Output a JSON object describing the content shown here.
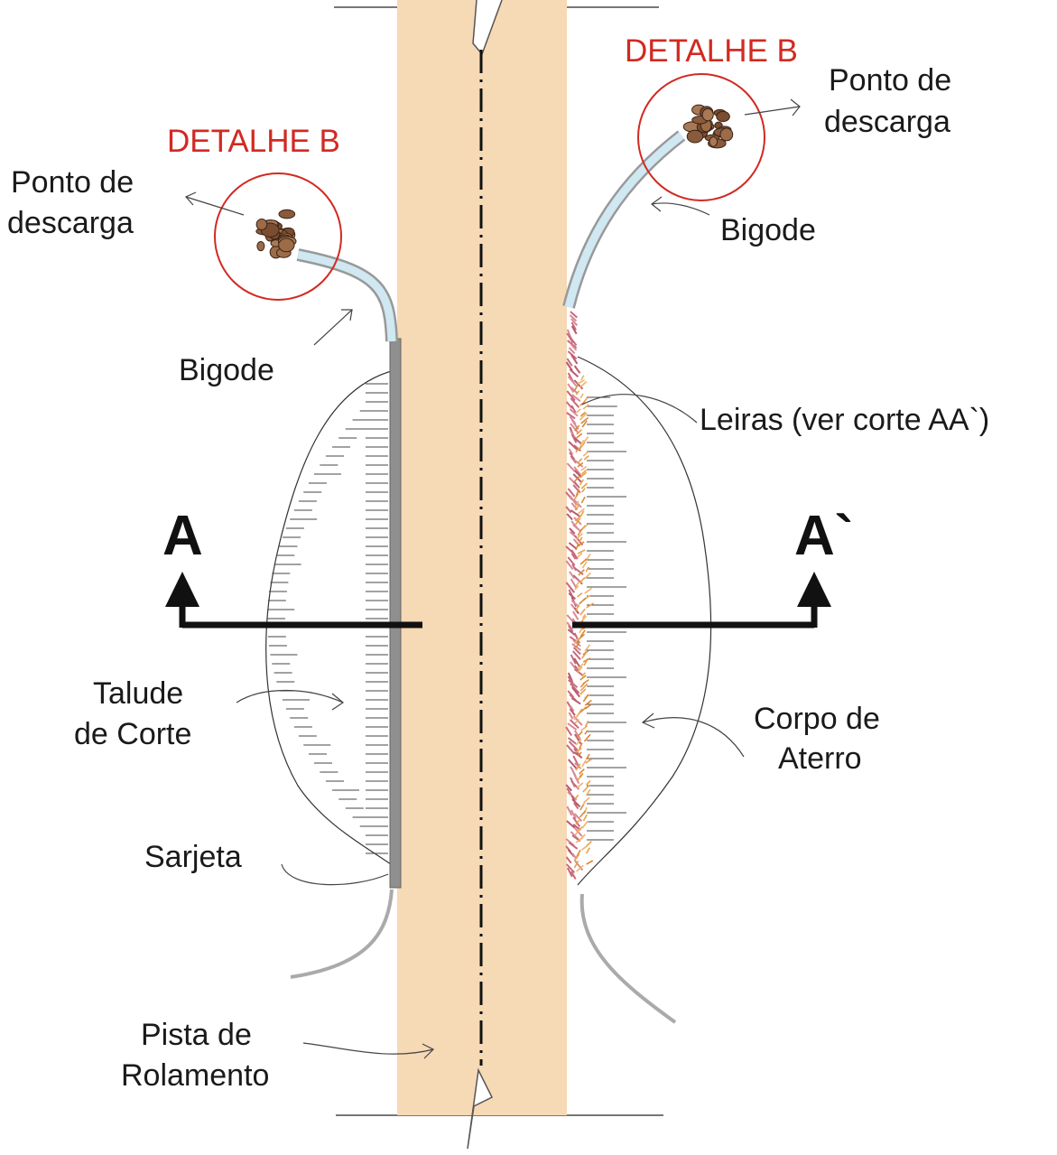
{
  "labels": {
    "detalhe_left": "DETALHE B",
    "detalhe_right": "DETALHE B",
    "ponto_left_1": "Ponto de",
    "ponto_left_2": "descarga",
    "ponto_right_1": "Ponto de",
    "ponto_right_2": "descarga",
    "bigode_left": "Bigode",
    "bigode_right": "Bigode",
    "leiras": "Leiras (ver corte AA`)",
    "section_a": "A",
    "section_a_prime": "A`",
    "talude_1": "Talude",
    "talude_2": "de Corte",
    "corpo_1": "Corpo de",
    "corpo_2": "Aterro",
    "sarjeta": "Sarjeta",
    "pista_1": "Pista de",
    "pista_2": "Rolamento"
  },
  "colors": {
    "road": "#f6d9b5",
    "detail_circle": "#d12a22",
    "detail_text": "#d12a22",
    "sarjeta": "#8f8f8f",
    "bigode_water": "#cfe8f2",
    "rocks": "#8a5a3c",
    "leiras_pink": "#c96a7c",
    "leiras_orange": "#e9a04a",
    "outline": "#222222"
  }
}
